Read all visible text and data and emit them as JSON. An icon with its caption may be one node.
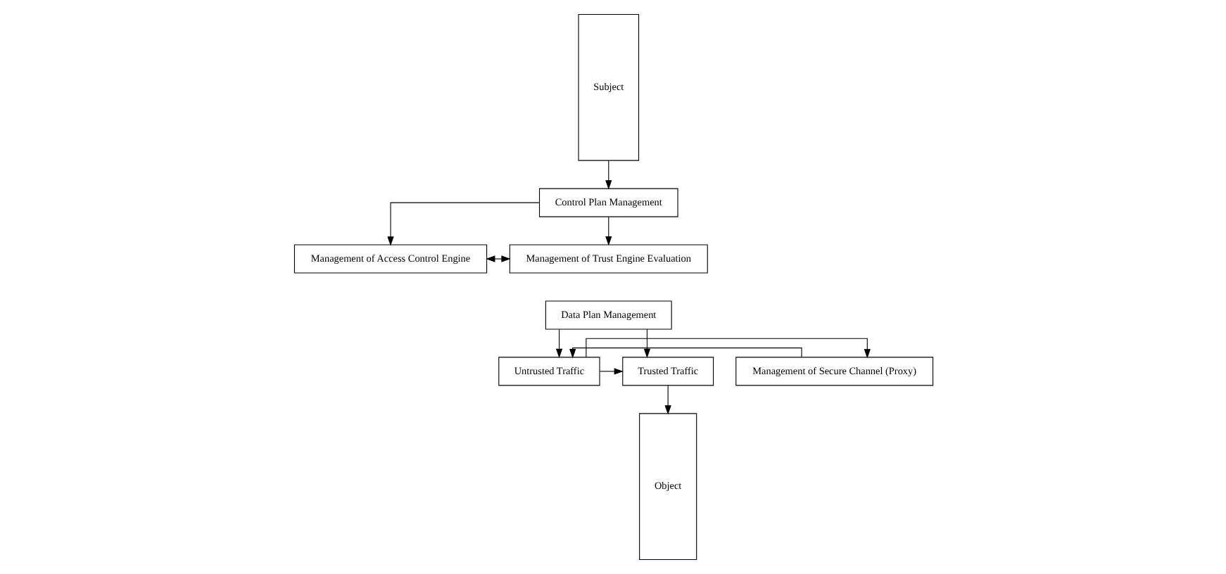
{
  "diagram": {
    "nodes": [
      {
        "text": [
          "Subject"
        ]
      },
      {
        "text": [
          "Control Plan Management"
        ]
      },
      {
        "text": [
          "Management of Access Control Engine"
        ]
      },
      {
        "text": [
          "Management of Trust Engine Evaluation"
        ]
      },
      {
        "text": [
          "Data Plan Management"
        ]
      },
      {
        "text": [
          "Untrusted Traffic"
        ]
      },
      {
        "text": [
          "Management of Secure Channel (Proxy)"
        ]
      },
      {
        "text": [
          "Trusted Traffic"
        ]
      },
      {
        "text": [
          "Object"
        ]
      }
    ],
    "edges": [
      {
        "from": 0,
        "to": 1,
        "arrow": "to"
      },
      {
        "from": 1,
        "to": 2,
        "arrow": "to"
      },
      {
        "from": 1,
        "to": 3,
        "arrow": "to"
      },
      {
        "from": 2,
        "to": 3,
        "arrow": "both"
      },
      {
        "from": 4,
        "to": 5,
        "arrow": "to"
      },
      {
        "from": 4,
        "to": 7,
        "arrow": "to"
      },
      {
        "from": 6,
        "to": 5,
        "arrow": "to"
      },
      {
        "from": 5,
        "to": 6,
        "arrow": "to"
      },
      {
        "from": 5,
        "to": 7,
        "arrow": "to"
      },
      {
        "from": 7,
        "to": 8,
        "arrow": "to"
      }
    ]
  }
}
